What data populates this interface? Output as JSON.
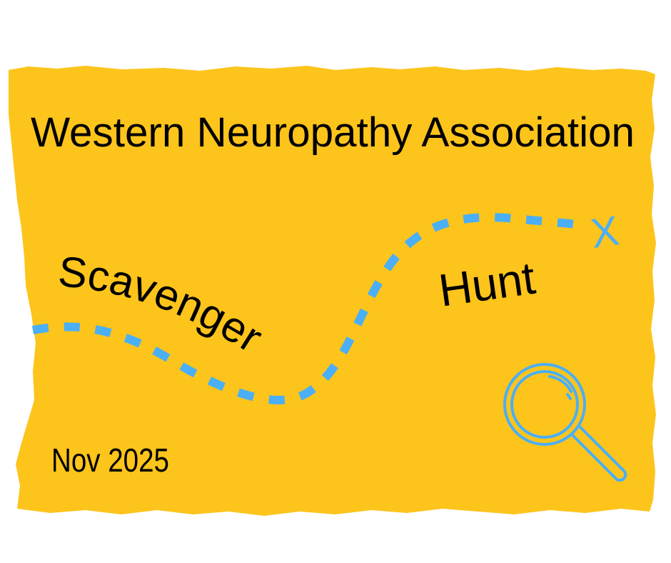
{
  "poster": {
    "organization": "Western Neuropathy Association",
    "title_word_1": "Scavenger",
    "title_word_2": "Hunt",
    "date": "Nov 2025",
    "x_mark": "X"
  },
  "colors": {
    "paper": "#FDC41C",
    "trail": "#4AAFF5",
    "text": "#000000"
  },
  "icons": {
    "magnifier": "magnifying-glass-icon",
    "trail": "dashed-trail-path"
  }
}
